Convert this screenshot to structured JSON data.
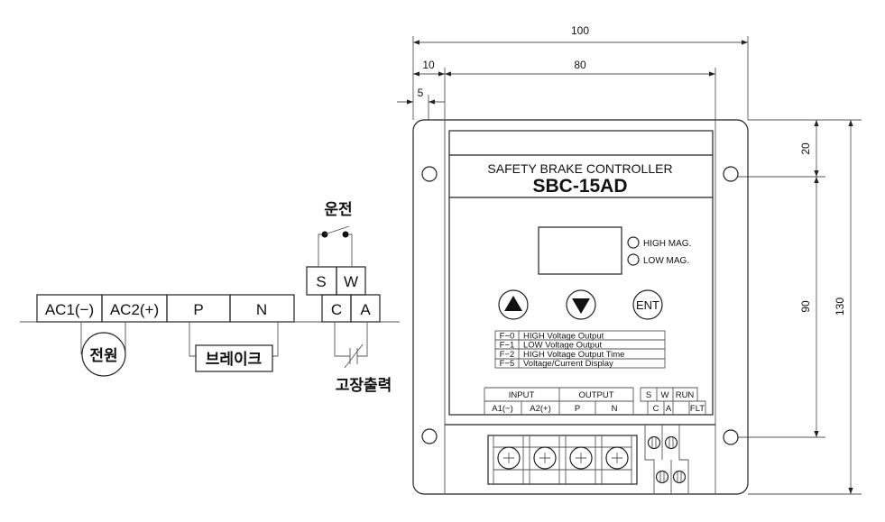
{
  "wiring": {
    "terminals": [
      "AC1(−)",
      "AC2(+)",
      "P",
      "N"
    ],
    "relay_top": [
      "S",
      "W"
    ],
    "relay_bottom": [
      "C",
      "A"
    ],
    "power_label": "전원",
    "brake_label": "브레이크",
    "run_label": "운전",
    "fault_label": "고장출력"
  },
  "dimensions": {
    "width_total": "100",
    "offset_10": "10",
    "inner_80": "80",
    "offset_5": "5",
    "top_20": "20",
    "hole_90": "90",
    "height_130": "130"
  },
  "panel": {
    "subtitle": "SAFETY BRAKE CONTROLLER",
    "model": "SBC-15AD",
    "leds": [
      "HIGH MAG.",
      "LOW MAG."
    ],
    "buttons": {
      "enter": "ENT"
    },
    "functions": [
      {
        "code": "F−0",
        "desc": "HIGH Voltage Output"
      },
      {
        "code": "F−1",
        "desc": "LOW Voltage Output"
      },
      {
        "code": "F−2",
        "desc": "HIGH Voltage Output Time"
      },
      {
        "code": "F−5",
        "desc": "Voltage/Current Display"
      }
    ],
    "terminal_labels": {
      "input": "INPUT",
      "output": "OUTPUT",
      "a1": "A1(−)",
      "a2": "A2(+)",
      "p": "P",
      "n": "N",
      "s": "S",
      "w": "W",
      "run": "RUN",
      "c": "C",
      "a": "A",
      "flt": "FLT"
    }
  }
}
